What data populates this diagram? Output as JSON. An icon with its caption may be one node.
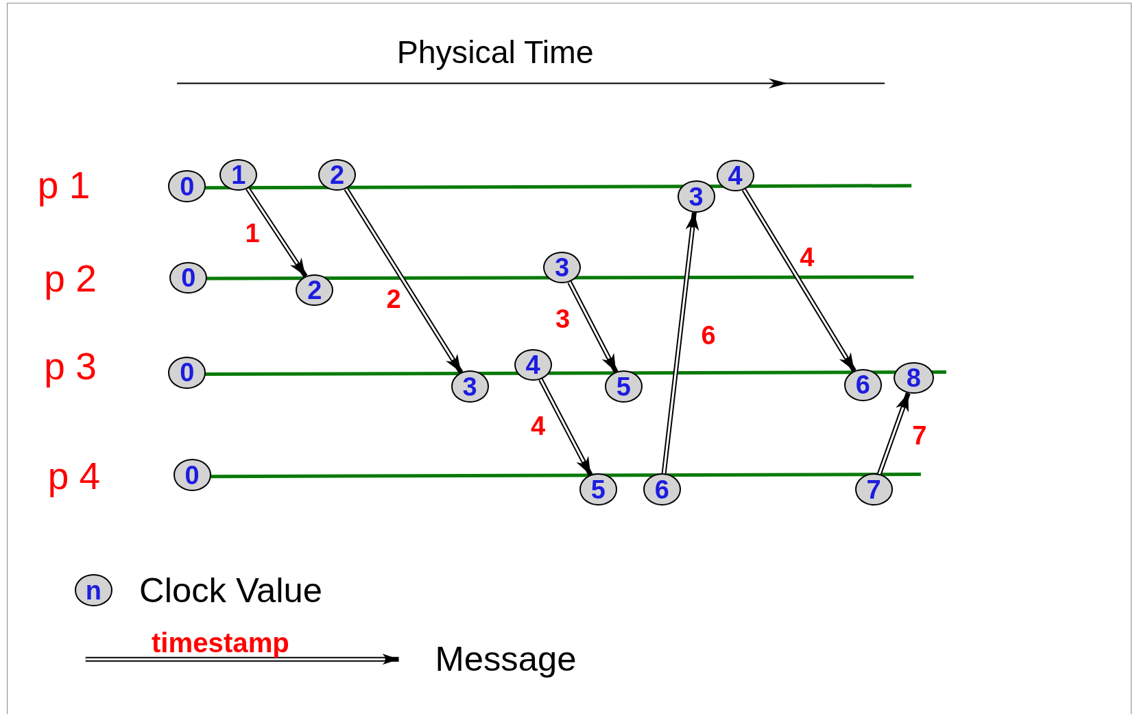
{
  "diagram": {
    "nodes": [
      {
        "text": [
          "0"
        ]
      },
      {
        "text": [
          "1"
        ]
      },
      {
        "text": [
          "2"
        ]
      },
      {
        "text": [
          "3"
        ]
      },
      {
        "text": [
          "4"
        ]
      },
      {
        "text": [
          "0"
        ]
      },
      {
        "text": [
          "2"
        ]
      },
      {
        "text": [
          "3"
        ]
      },
      {
        "text": [
          "0"
        ]
      },
      {
        "text": [
          "3"
        ]
      },
      {
        "text": [
          "4"
        ]
      },
      {
        "text": [
          "5"
        ]
      },
      {
        "text": [
          "6"
        ]
      },
      {
        "text": [
          "8"
        ]
      },
      {
        "text": [
          "0"
        ]
      },
      {
        "text": [
          "5"
        ]
      },
      {
        "text": [
          "6"
        ]
      },
      {
        "text": [
          "7"
        ]
      }
    ],
    "edges": [
      {
        "from": 1,
        "to": 6,
        "arrow": "to",
        "label": "1"
      },
      {
        "from": 2,
        "to": 9,
        "arrow": "to",
        "label": "2"
      },
      {
        "from": 7,
        "to": 11,
        "arrow": "to",
        "label": "3"
      },
      {
        "from": 10,
        "to": 15,
        "arrow": "to",
        "label": "4"
      },
      {
        "from": 16,
        "to": 3,
        "arrow": "to",
        "label": "6"
      },
      {
        "from": 4,
        "to": 12,
        "arrow": "to",
        "label": "4"
      },
      {
        "from": 17,
        "to": 13,
        "arrow": "to",
        "label": "7"
      }
    ],
    "labels": [
      "Physical Time",
      "p 1",
      "p 2",
      "p 3",
      "p 4",
      "n",
      "timestamp"
    ],
    "legend": [
      {
        "text": "Clock Value"
      },
      {
        "text": "Message"
      }
    ]
  }
}
